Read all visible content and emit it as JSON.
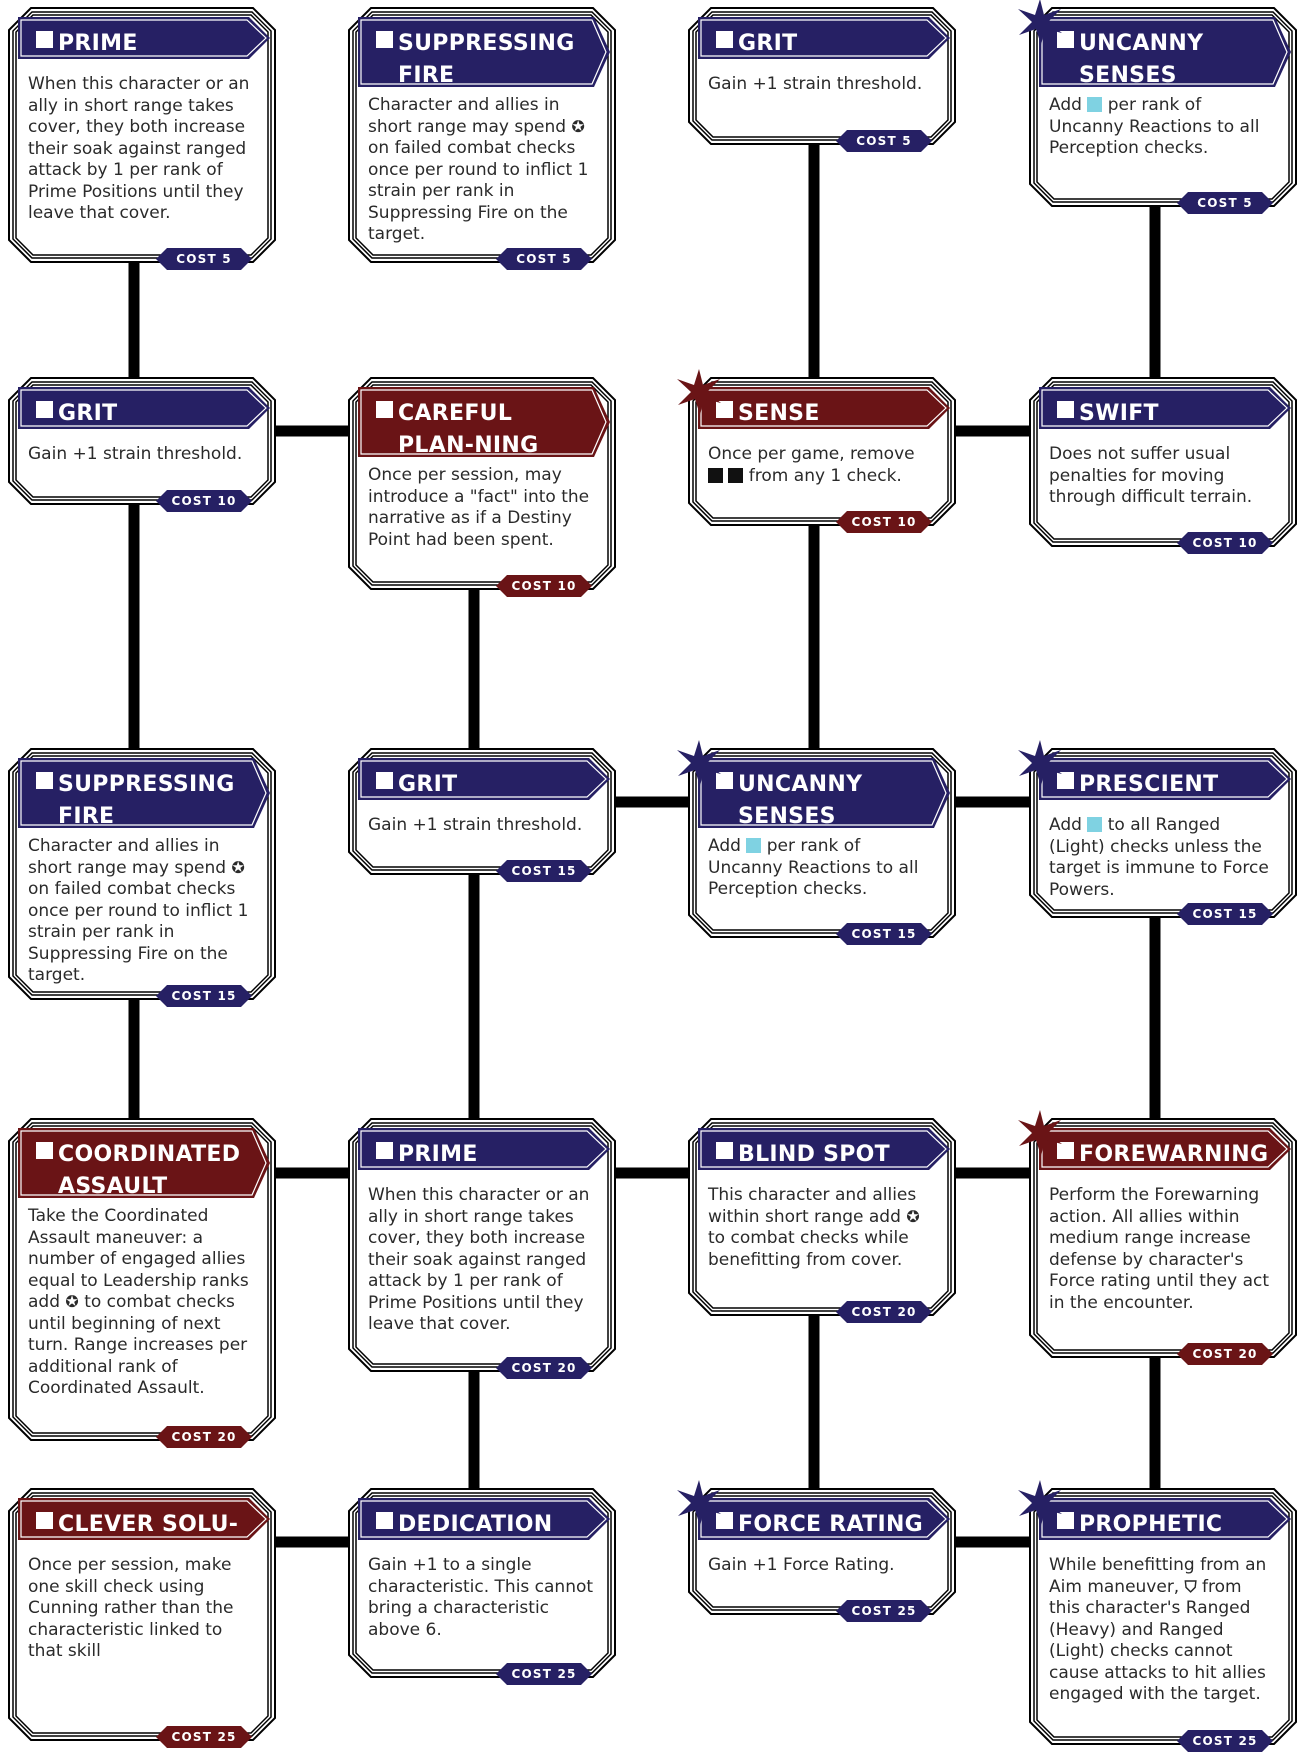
{
  "colors": {
    "active": "#262064",
    "passive": "#6a1416",
    "line": "#000000",
    "uncanny_die": "#7fd2e2",
    "text": "#2a2a2a"
  },
  "symbols": {
    "advantage": "✪",
    "black_die": "■",
    "blue_die": "■",
    "triumph": "⛉"
  },
  "talents": [
    {
      "id": "r1c1",
      "title": "PRIME POSITIONS",
      "kind": "active",
      "force": false,
      "cost": "COST 5",
      "desc": [
        {
          "t": "When this character or an ally in short range takes cover, they both increase their soak against ranged attack by 1 per rank of Prime Positions until they leave that cover."
        }
      ]
    },
    {
      "id": "r1c2",
      "title": "SUPPRESSING FIRE",
      "kind": "active",
      "force": false,
      "cost": "COST 5",
      "desc": [
        {
          "t": "Character and allies in short range may spend "
        },
        {
          "s": "advantage"
        },
        {
          "t": " on failed combat checks once per round to inflict 1 strain per rank in Suppressing Fire on the target."
        }
      ]
    },
    {
      "id": "r1c3",
      "title": "GRIT",
      "kind": "active",
      "force": false,
      "cost": "COST 5",
      "desc": [
        {
          "t": "Gain +1 strain threshold."
        }
      ]
    },
    {
      "id": "r1c4",
      "title": "UNCANNY SENSES",
      "kind": "active",
      "force": true,
      "cost": "COST 5",
      "desc": [
        {
          "t": "Add "
        },
        {
          "s": "blue"
        },
        {
          "t": " per rank of Uncanny Reactions to all Perception checks."
        }
      ]
    },
    {
      "id": "r2c1",
      "title": "GRIT",
      "kind": "active",
      "force": false,
      "cost": "COST 10",
      "desc": [
        {
          "t": "Gain +1 strain threshold."
        }
      ]
    },
    {
      "id": "r2c2",
      "title": "CAREFUL PLAN-NING",
      "kind": "passive",
      "force": false,
      "cost": "COST 10",
      "desc": [
        {
          "t": "Once per session, may introduce a \"fact\" into the narrative as if a Destiny Point had been spent."
        }
      ]
    },
    {
      "id": "r2c3",
      "title": "SENSE DANGER",
      "kind": "passive",
      "force": true,
      "cost": "COST 10",
      "desc": [
        {
          "t": "Once per game, remove "
        },
        {
          "s": "black"
        },
        {
          "t": " "
        },
        {
          "s": "black"
        },
        {
          "t": " from any 1 check."
        }
      ]
    },
    {
      "id": "r2c4",
      "title": "SWIFT",
      "kind": "active",
      "force": false,
      "cost": "COST 10",
      "desc": [
        {
          "t": "Does not suffer usual penalties for moving through difficult terrain."
        }
      ]
    },
    {
      "id": "r3c1",
      "title": "SUPPRESSING FIRE",
      "kind": "active",
      "force": false,
      "cost": "COST 15",
      "desc": [
        {
          "t": "Character and allies in short range may spend "
        },
        {
          "s": "advantage"
        },
        {
          "t": " on failed combat checks once per round to inflict 1 strain per rank in Suppressing Fire on the target."
        }
      ]
    },
    {
      "id": "r3c2",
      "title": "GRIT",
      "kind": "active",
      "force": false,
      "cost": "COST 15",
      "desc": [
        {
          "t": "Gain +1 strain threshold."
        }
      ]
    },
    {
      "id": "r3c3",
      "title": "UNCANNY SENSES",
      "kind": "active",
      "force": true,
      "cost": "COST 15",
      "desc": [
        {
          "t": "Add "
        },
        {
          "s": "blue"
        },
        {
          "t": " per rank of Uncanny Reactions to all Perception checks."
        }
      ]
    },
    {
      "id": "r3c4",
      "title": "PRESCIENT SHOT",
      "kind": "active",
      "force": true,
      "cost": "COST 15",
      "desc": [
        {
          "t": "Add "
        },
        {
          "s": "blue"
        },
        {
          "t": " to all Ranged (Light) checks unless the target is immune to Force Powers."
        }
      ]
    },
    {
      "id": "r4c1",
      "title": "COORDINATED ASSAULT",
      "kind": "passive",
      "force": false,
      "cost": "COST 20",
      "desc": [
        {
          "t": "Take the Coordinated Assault maneuver: a number of engaged allies equal to Leadership ranks add "
        },
        {
          "s": "advantage"
        },
        {
          "t": " to combat checks until beginning of next turn. Range increases per additional rank of Coordinated Assault."
        }
      ]
    },
    {
      "id": "r4c2",
      "title": "PRIME POSITIONS",
      "kind": "active",
      "force": false,
      "cost": "COST 20",
      "desc": [
        {
          "t": "When this character or an ally in short range takes cover, they both increase their soak against ranged attack by 1 per rank of Prime Positions until they leave that cover."
        }
      ]
    },
    {
      "id": "r4c3",
      "title": "BLIND SPOT",
      "kind": "active",
      "force": false,
      "cost": "COST 20",
      "desc": [
        {
          "t": "This character and allies within short range add "
        },
        {
          "s": "advantage"
        },
        {
          "t": " to combat checks while benefitting from cover."
        }
      ]
    },
    {
      "id": "r4c4",
      "title": "FOREWARNING",
      "kind": "passive",
      "force": true,
      "cost": "COST 20",
      "desc": [
        {
          "t": "Perform the Forewarning action.  All allies within medium range increase defense by character's Force rating until they act in the encounter."
        }
      ]
    },
    {
      "id": "r5c1",
      "title": "CLEVER SOLU-TION",
      "kind": "passive",
      "force": false,
      "cost": "COST 25",
      "desc": [
        {
          "t": "Once per session, make one skill check using Cunning rather than the characteristic linked to that skill"
        }
      ]
    },
    {
      "id": "r5c2",
      "title": "DEDICATION",
      "kind": "active",
      "force": false,
      "cost": "COST 25",
      "desc": [
        {
          "t": "Gain +1 to a single characteristic. This cannot bring a characteristic above 6."
        }
      ]
    },
    {
      "id": "r5c3",
      "title": "FORCE RATING",
      "kind": "active",
      "force": true,
      "cost": "COST 25",
      "desc": [
        {
          "t": "Gain +1 Force Rating."
        }
      ]
    },
    {
      "id": "r5c4",
      "title": "PROPHETIC AIM",
      "kind": "active",
      "force": true,
      "cost": "COST 25",
      "desc": [
        {
          "t": "While benefitting from an Aim maneuver, "
        },
        {
          "s": "triumph"
        },
        {
          "t": " from this character's Ranged (Heavy) and Ranged (Light) checks cannot cause attacks to hit allies engaged with the target."
        }
      ]
    }
  ]
}
